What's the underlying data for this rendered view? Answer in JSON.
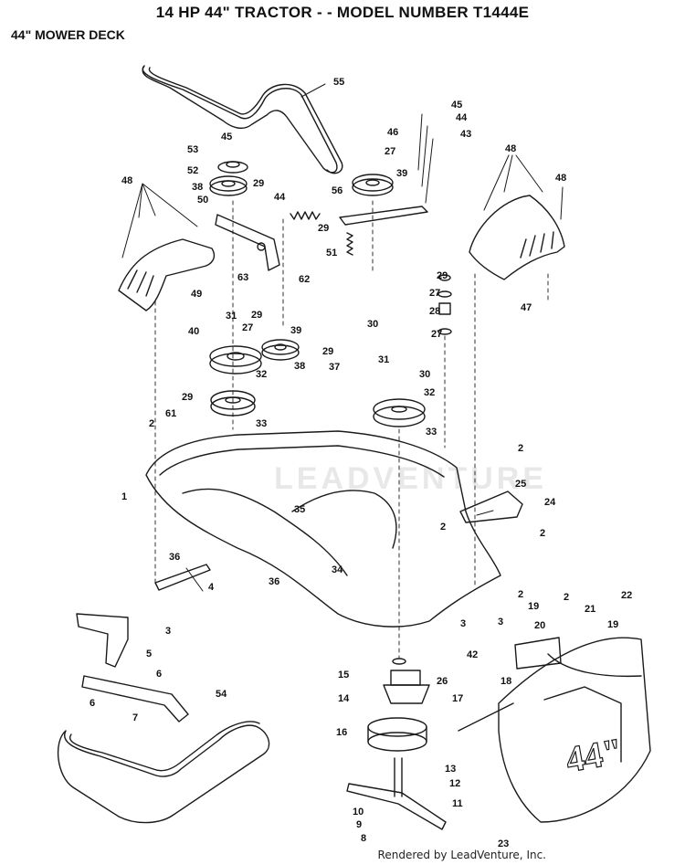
{
  "header": {
    "title": "14 HP 44\" TRACTOR - - MODEL NUMBER T1444E",
    "subtitle": "44\" MOWER DECK"
  },
  "shield_text": "44\"",
  "credit": "Rendered by LeadVenture, Inc.",
  "watermark": "LEADVENTURE",
  "callouts": [
    "1",
    "2",
    "3",
    "4",
    "5",
    "6",
    "7",
    "8",
    "9",
    "10",
    "11",
    "12",
    "13",
    "14",
    "15",
    "16",
    "17",
    "18",
    "19",
    "20",
    "21",
    "22",
    "23",
    "24",
    "25",
    "26",
    "27",
    "28",
    "29",
    "30",
    "31",
    "32",
    "33",
    "34",
    "35",
    "36",
    "37",
    "38",
    "39",
    "40",
    "42",
    "43",
    "44",
    "45",
    "46",
    "47",
    "48",
    "49",
    "50",
    "51",
    "52",
    "53",
    "54",
    "55",
    "56",
    "61",
    "62",
    "63"
  ],
  "colors": {
    "line": "#1a1a1a",
    "background": "#ffffff"
  }
}
